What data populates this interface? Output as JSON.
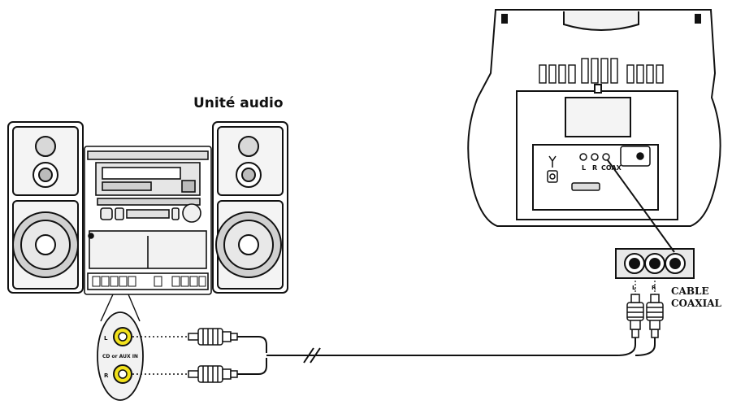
{
  "audio_unit": {
    "title": "Unité audio",
    "input_label": "CD or AUX IN",
    "input_left": "L",
    "input_right": "R"
  },
  "tv": {
    "terminal_left": "L",
    "terminal_right": "R",
    "terminal_coax": "COAX"
  },
  "adapter": {
    "jack_left": "L",
    "jack_right": "R"
  },
  "cable": {
    "label_line1": "CABLE",
    "label_line2": "COAXIAL"
  },
  "colors": {
    "outline": "#111111",
    "jack_yellow": "#f2e21c",
    "zoom_bubble": "#f2f2f2",
    "speaker_gray": "#cfcfcf",
    "panel_gray": "#bdbdbd"
  }
}
